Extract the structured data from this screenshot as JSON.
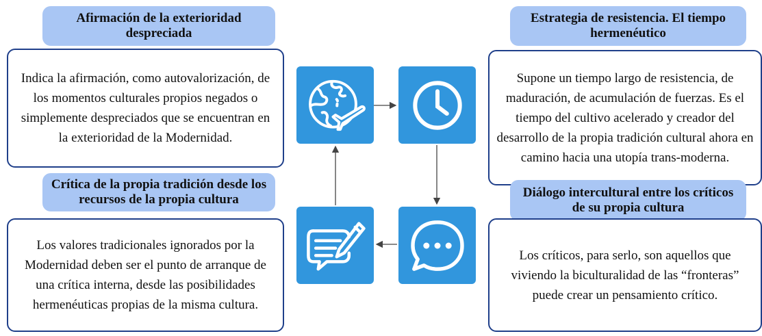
{
  "top_left": {
    "title": "Afirmación de la exterioridad despreciada",
    "body": "Indica la afirmación, como autovalorización, de los momentos culturales propios negados o simplemente despreciados que se encuentran en la exterioridad de la Modernidad."
  },
  "bottom_left": {
    "title": "Crítica de la propia tradición desde los recursos de la propia cultura",
    "body": "Los valores tradicionales ignorados por la Modernidad deben ser el punto de arranque de una crítica interna, desde las posibilidades hermenéuticas propias de la misma cultura."
  },
  "top_right": {
    "title": "Estrategia de resistencia. El tiempo hermenéutico",
    "body": "Supone un tiempo largo de resistencia, de maduración, de acumulación de fuerzas. Es el tiempo del cultivo acelerado y creador del desarrollo de la propia tradición cultural ahora en camino hacia una utopía trans-moderna."
  },
  "bottom_right": {
    "title": "Diálogo intercultural entre los críticos de su propia cultura",
    "body": "Los críticos, para serlo, son aquellos que viviendo la biculturalidad de las “fronteras” puede crear un pensamiento crítico."
  },
  "icons": [
    "globe-airplane-icon",
    "clock-icon",
    "chat-dots-icon",
    "message-pencil-icon"
  ],
  "colors": {
    "title_bg": "#a9c6f4",
    "border": "#1f3f8a",
    "icon_bg": "#3196dd",
    "arrow": "#444444"
  }
}
